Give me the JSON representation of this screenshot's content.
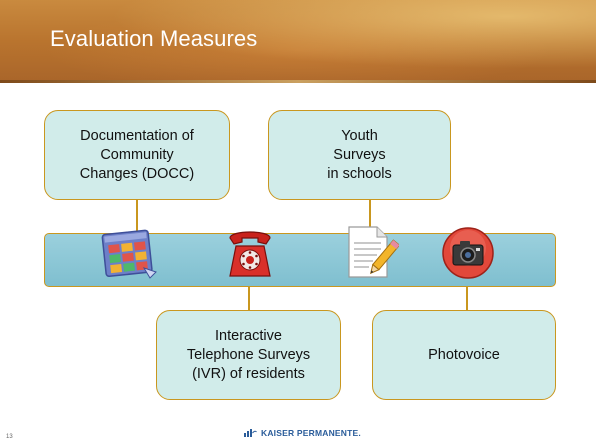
{
  "slide": {
    "title": "Evaluation Measures",
    "page_number": "13",
    "footer_brand": "KAISER PERMANENTE."
  },
  "measures": {
    "docc": "Documentation of\nCommunity\nChanges (DOCC)",
    "youth": "Youth\nSurveys\nin schools",
    "ivr": "Interactive\nTelephone Surveys\n(IVR) of residents",
    "photovoice": "Photovoice"
  },
  "icons": {
    "docc": "calendar-grid-icon",
    "ivr": "red-telephone-icon",
    "youth": "document-pencil-icon",
    "photovoice": "camera-icon"
  },
  "colors": {
    "title_bar": "#b9742e",
    "box_fill": "#d1ecea",
    "border_gold": "#c9971f",
    "band_fill": "#8cc7d6"
  }
}
